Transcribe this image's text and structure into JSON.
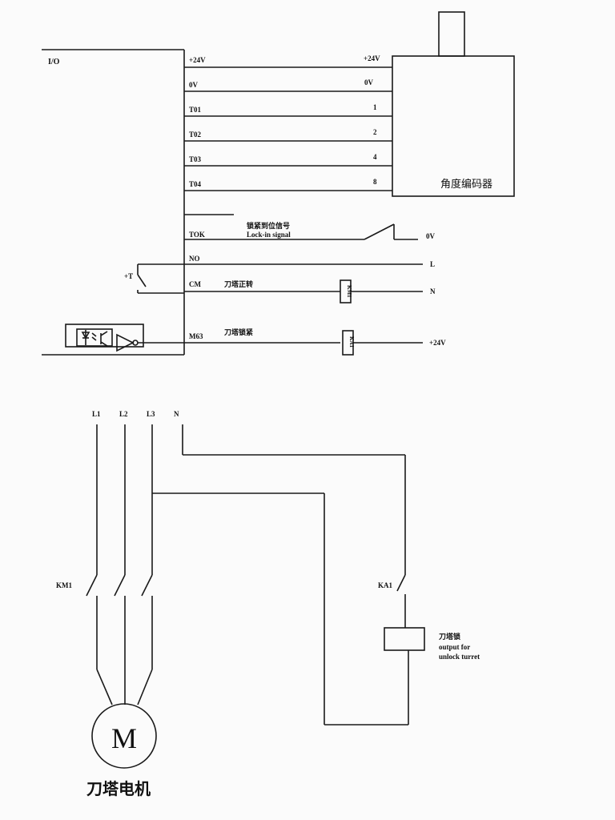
{
  "top_diagram": {
    "io_label": "I/O",
    "io_terminals": [
      "+24V",
      "0V",
      "T01",
      "T02",
      "T03",
      "T04",
      "TOK",
      "NO",
      "CM",
      "M63"
    ],
    "encoder_terminals": [
      "+24V",
      "0V",
      "1",
      "2",
      "4",
      "8"
    ],
    "encoder_label": "角度编码器",
    "lock_signal_cn": "锁紧到位信号",
    "lock_signal_en": "Lock-in signal",
    "lock_signal_end": "0V",
    "no_line_end": "L",
    "t_switch_label": "+T",
    "cm_label_cn": "刀塔正转",
    "km1_coil_label": "KM1",
    "cm_line_end": "N",
    "m63_label_cn": "刀塔锁紧",
    "ka1_coil_label": "KA1",
    "m63_line_end": "+24V"
  },
  "bottom_diagram": {
    "phases": [
      "L1",
      "L2",
      "L3",
      "N"
    ],
    "km1_label": "KM1",
    "ka1_label": "KA1",
    "motor_symbol": "M",
    "motor_label": "刀塔电机",
    "output_label_cn": "刀塔锁",
    "output_label_en_1": "output for",
    "output_label_en_2": "unlock turret"
  }
}
